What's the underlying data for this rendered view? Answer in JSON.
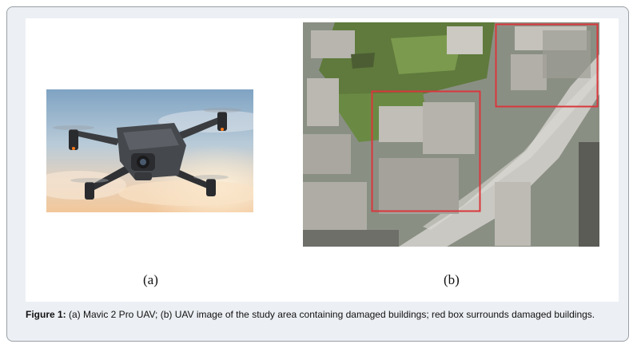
{
  "figure": {
    "panel_a": {
      "label": "(a)",
      "image": "drone-photo"
    },
    "panel_b": {
      "label": "(b)",
      "image": "aerial-photo-damaged-buildings",
      "highlight_color": "#d9373c"
    },
    "caption": {
      "prefix": "Figure 1:",
      "text": " (a) Mavic 2 Pro UAV; (b) UAV image of the study area containing damaged buildings; red box surrounds damaged buildings."
    }
  },
  "colors": {
    "frame_border": "#9aa0a6",
    "frame_background": "#eceff3",
    "panel_background": "#ffffff"
  }
}
